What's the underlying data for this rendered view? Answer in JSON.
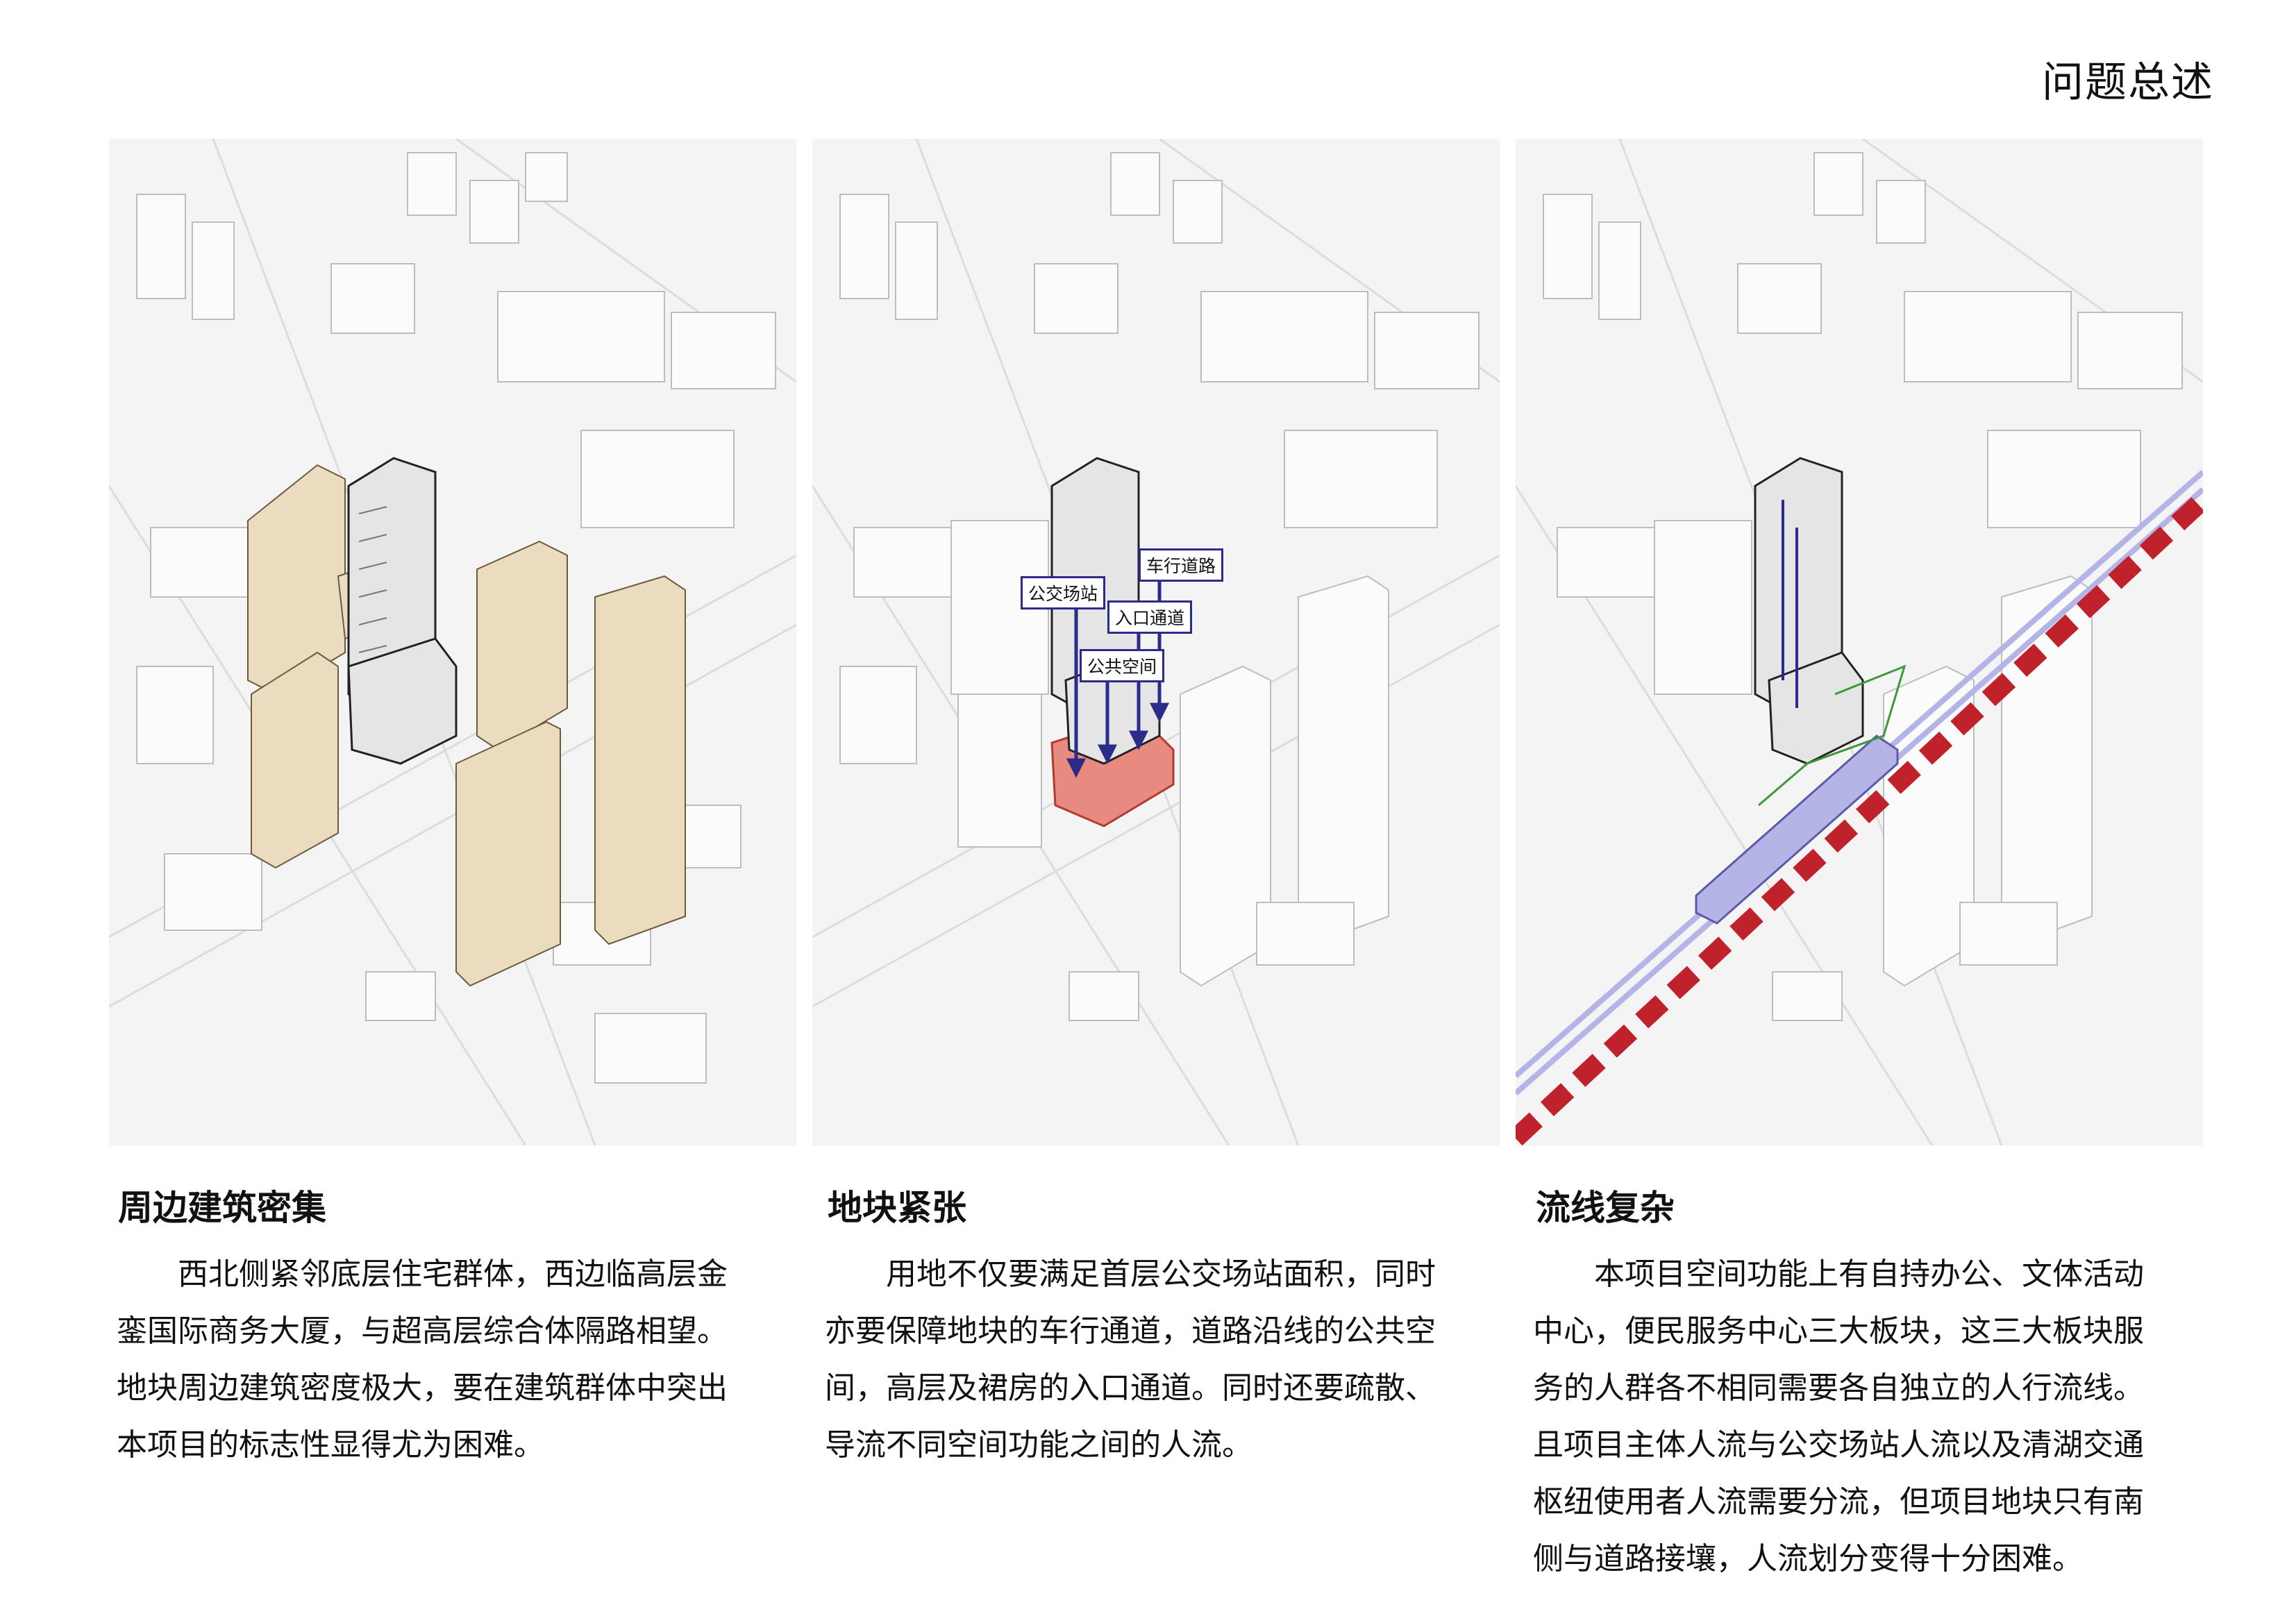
{
  "page": {
    "title": "问题总述"
  },
  "sections": [
    {
      "title": "周边建筑密集",
      "text": "西北侧紧邻底层住宅群体，西边临高层金銮国际商务大厦，与超高层综合体隔路相望。地块周边建筑密度极大，要在建筑群体中突出本项目的标志性显得尤为困难。"
    },
    {
      "title": "地块紧张",
      "text": "用地不仅要满足首层公交场站面积，同时亦要保障地块的车行通道，道路沿线的公共空间，高层及裙房的入口通道。同时还要疏散、导流不同空间功能之间的人流。",
      "labels": [
        "公交场站",
        "车行道路",
        "入口通道",
        "公共空间"
      ]
    },
    {
      "title": "流线复杂",
      "text": "本项目空间功能上有自持办公、文体活动中心，便民服务中心三大板块，这三大板块服务的人群各不相同需要各自独立的人行流线。且项目主体人流与公交场站人流以及清湖交通枢纽使用者人流需要分流，但项目地块只有南侧与道路接壤，人流划分变得十分困难。"
    }
  ],
  "colors": {
    "highlight_buildings": "#ecdcbf",
    "site_area": "#e88a80",
    "flow_arrows": "#2b2b8a",
    "rail_line": "#b4b4e6",
    "rail_dash": "#c0222b",
    "path_green": "#3a9a3a"
  }
}
